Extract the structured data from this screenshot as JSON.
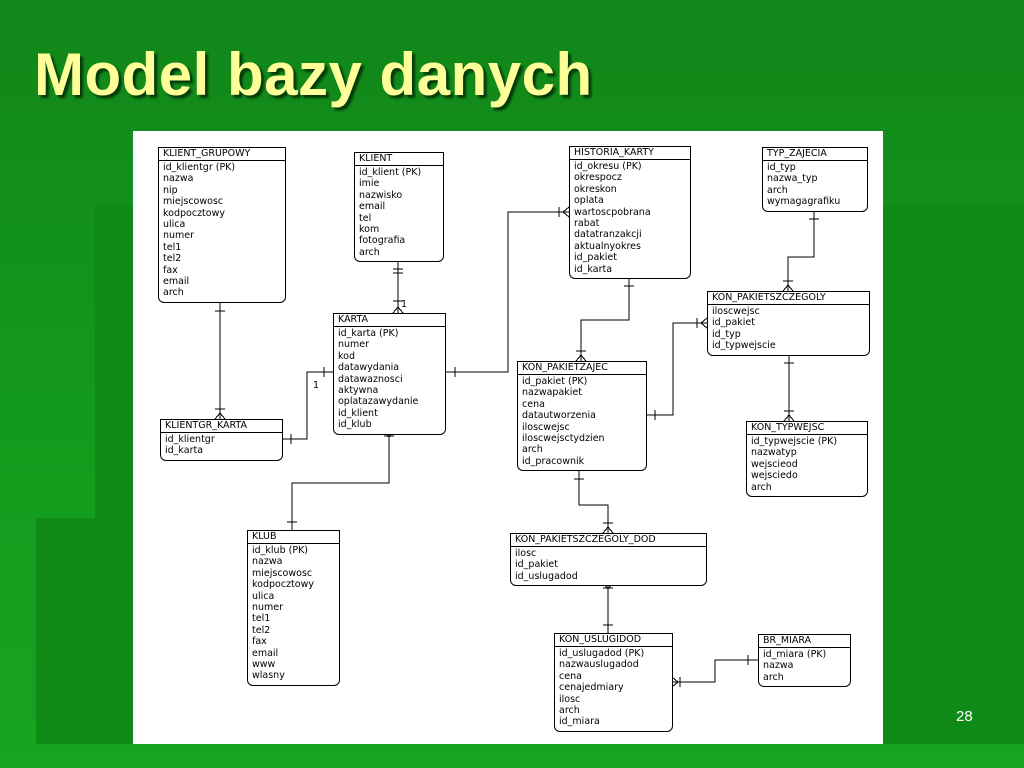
{
  "slide": {
    "title": "Model bazy danych",
    "number": "28",
    "colors": {
      "title": "#ffff99",
      "background": "#139a1c",
      "diagram_bg": "#ffffff"
    }
  },
  "entities": {
    "klient_grupowy": {
      "name": "KLIENT_GRUPOWY",
      "attrs": [
        "id_klientgr (PK)",
        "nazwa",
        "nip",
        "miejscowosc",
        "kodpocztowy",
        "ulica",
        "numer",
        "tel1",
        "tel2",
        "fax",
        "email",
        "arch"
      ]
    },
    "klient": {
      "name": "KLIENT",
      "attrs": [
        "id_klient (PK)",
        "imie",
        "nazwisko",
        "email",
        "tel",
        "kom",
        "fotografia",
        "arch"
      ]
    },
    "historia_karty": {
      "name": "HISTORIA_KARTY",
      "attrs": [
        "id_okresu (PK)",
        "okrespocz",
        "okreskon",
        "oplata",
        "wartoscpobrana",
        "rabat",
        "datatranzakcji",
        "aktualnyokres",
        "id_pakiet",
        "id_karta"
      ]
    },
    "typ_zajecia": {
      "name": "TYP_ZAJECIA",
      "attrs": [
        "id_typ",
        "nazwa_typ",
        "arch",
        "wymagagrafiku"
      ]
    },
    "karta": {
      "name": "KARTA",
      "attrs": [
        "id_karta (PK)",
        "numer",
        "kod",
        "datawydania",
        "datawaznosci",
        "aktywna",
        "oplatazawydanie",
        "id_klient",
        "id_klub"
      ]
    },
    "kon_pakietszczegoly": {
      "name": "KON_PAKIETSZCZEGOLY",
      "attrs": [
        "iloscwejsc",
        "id_pakiet",
        "id_typ",
        "id_typwejscie"
      ]
    },
    "klientgr_karta": {
      "name": "KLIENTGR_KARTA",
      "attrs": [
        "id_klientgr",
        "id_karta"
      ]
    },
    "kon_pakietzajec": {
      "name": "KON_PAKIETZAJEC",
      "attrs": [
        "id_pakiet (PK)",
        "nazwapakiet",
        "cena",
        "datautworzenia",
        "iloscwejsc",
        "iloscwejsctydzien",
        "arch",
        "id_pracownik"
      ]
    },
    "kon_typwejsc": {
      "name": "KON_TYPWEJSC",
      "attrs": [
        "id_typwejscie (PK)",
        "nazwatyp",
        "wejscieod",
        "wejsciedo",
        "arch"
      ]
    },
    "klub": {
      "name": "KLUB",
      "attrs": [
        "id_klub (PK)",
        "nazwa",
        "miejscowosc",
        "kodpocztowy",
        "ulica",
        "numer",
        "tel1",
        "tel2",
        "fax",
        "email",
        "www",
        "wlasny"
      ]
    },
    "kon_pakietszczegoly_dod": {
      "name": "KON_PAKIETSZCZEGOLY_DOD",
      "attrs": [
        "ilosc",
        "id_pakiet",
        "id_uslugadod"
      ]
    },
    "kon_uslugidod": {
      "name": "KON_USLUGIDOD",
      "attrs": [
        "id_uslugadod (PK)",
        "nazwauslugadod",
        "cena",
        "cenajedmiary",
        "ilosc",
        "arch",
        "id_miara"
      ]
    },
    "br_miara": {
      "name": "BR_MIARA",
      "attrs": [
        "id_miara (PK)",
        "nazwa",
        "arch"
      ]
    }
  },
  "cardinality_labels": {
    "klient_karta": "1",
    "klientgr_karta": "1"
  }
}
